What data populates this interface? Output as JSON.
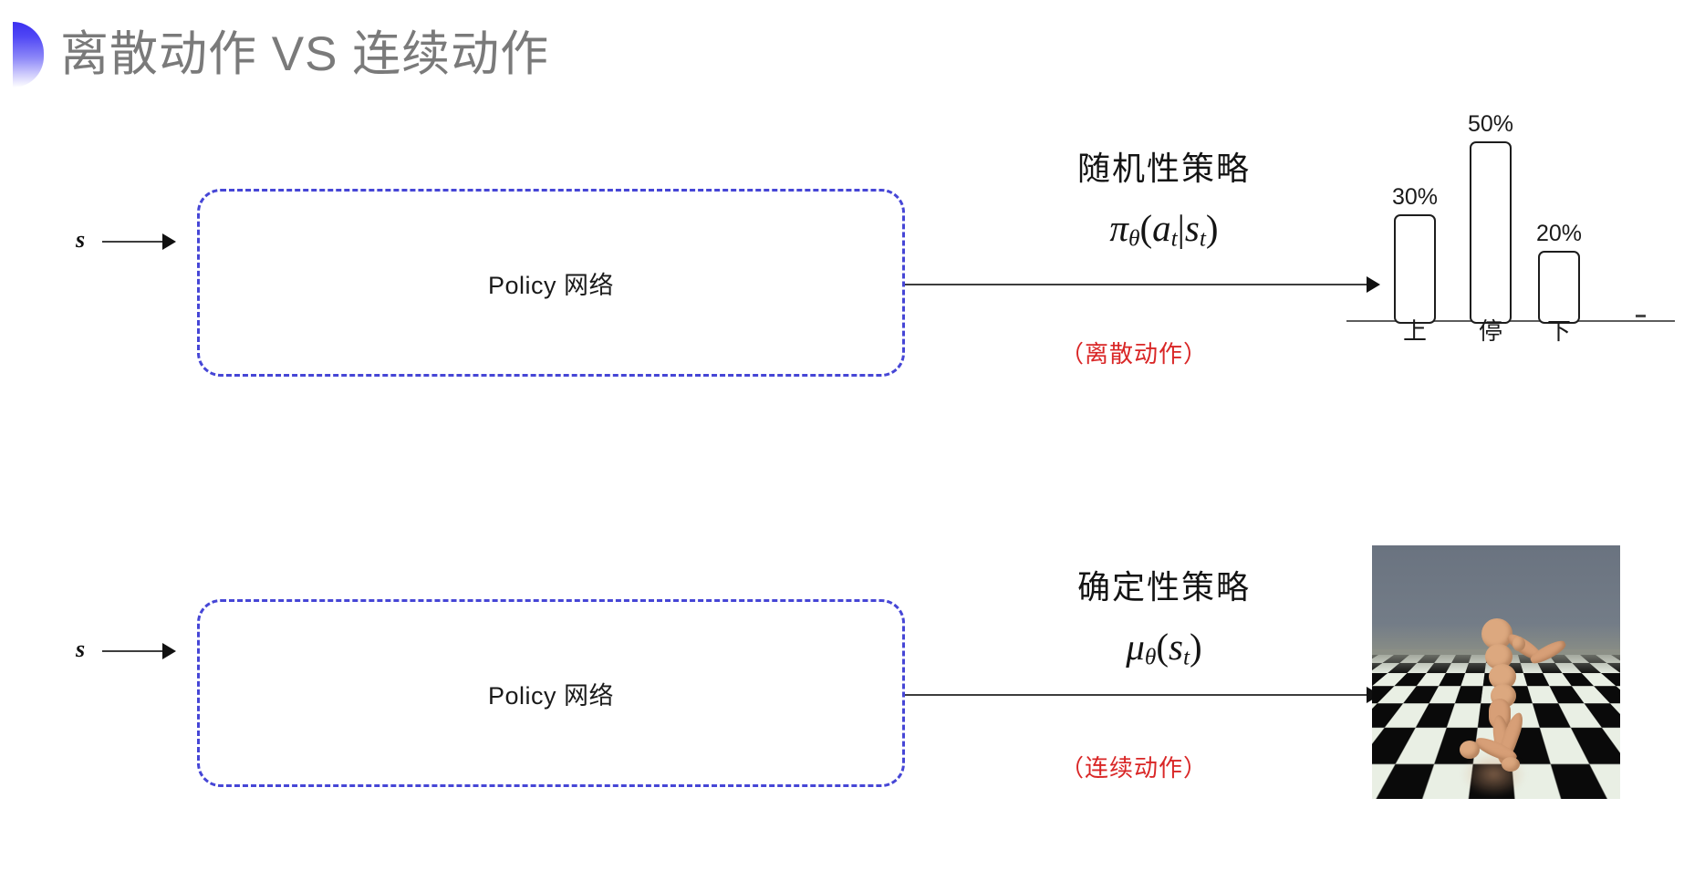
{
  "slide": {
    "title": "离散动作 VS 连续动作",
    "accent_icon": "half-circle-accent",
    "accent_color": "#3b30f0",
    "title_color": "#7a7a7a",
    "background": "#ffffff"
  },
  "rows": [
    {
      "id": "discrete",
      "state_label": "s",
      "box_label": "Policy 网络",
      "box_border_color": "#4646d6",
      "policy_title": "随机性策略",
      "policy_formula_main": "π",
      "policy_formula_sub": "θ",
      "policy_formula_args_open": "(",
      "policy_formula_a": "a",
      "policy_formula_a_sub": "t",
      "policy_formula_bar": "|",
      "policy_formula_s": "s",
      "policy_formula_s_sub": "t",
      "policy_formula_args_close": ")",
      "policy_formula_plain": "π_θ(a_t|s_t)",
      "action_kind": "（离散动作）",
      "action_kind_color": "#d92626",
      "output_type": "bar-chart"
    },
    {
      "id": "continuous",
      "state_label": "s",
      "box_label": "Policy 网络",
      "box_border_color": "#4646d6",
      "policy_title": "确定性策略",
      "policy_formula_main": "μ",
      "policy_formula_sub": "θ",
      "policy_formula_args_open": "(",
      "policy_formula_s": "s",
      "policy_formula_s_sub": "t",
      "policy_formula_args_close": ")",
      "policy_formula_plain": "μ_θ(s_t)",
      "action_kind": "（连续动作）",
      "action_kind_color": "#d92626",
      "output_type": "humanoid-render"
    }
  ],
  "chart_data": {
    "type": "bar",
    "title": "",
    "xlabel": "",
    "ylabel": "",
    "categories": [
      "上",
      "停",
      "下"
    ],
    "values": [
      30,
      50,
      20
    ],
    "value_labels": [
      "30%",
      "50%",
      "20%"
    ],
    "ylim": [
      0,
      60
    ],
    "grid": false,
    "legend": "none",
    "bar_fill": "#ffffff",
    "bar_stroke": "#1d1d1d",
    "axis_color": "#5d5d5d"
  },
  "humanoid": {
    "caption": "",
    "description": "mujoco-humanoid-render",
    "sky_color": "#6d7682",
    "body_color": "#d79f77",
    "floor_light": "#e9efe4",
    "floor_dark": "#0a0a0a"
  }
}
